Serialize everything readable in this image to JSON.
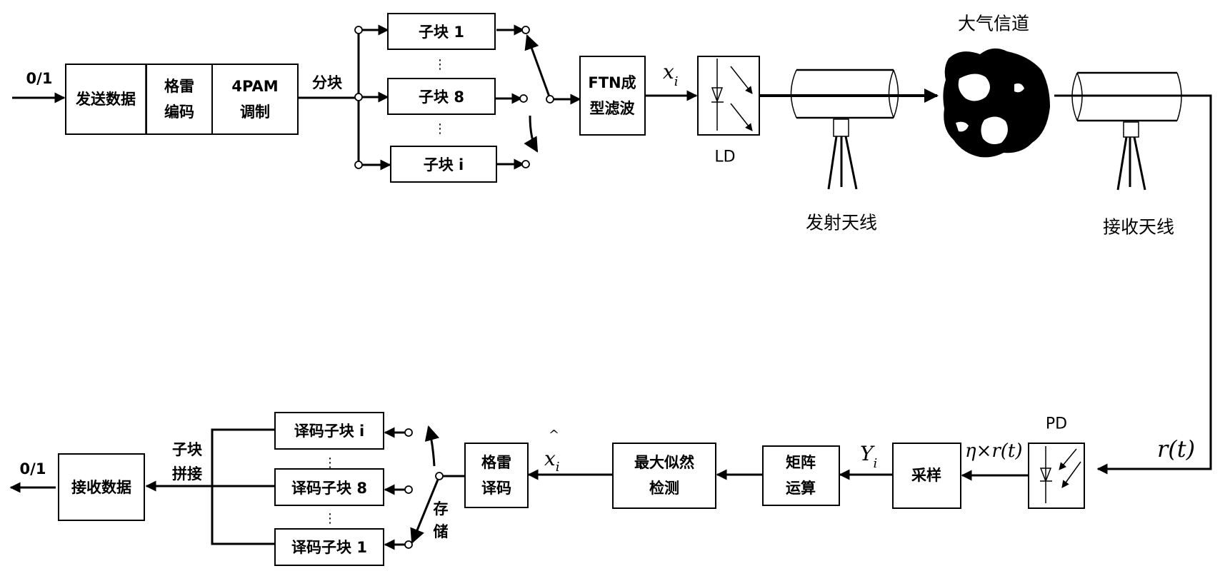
{
  "diagram": {
    "type": "block-diagram",
    "title": "FTN free-space optical communication system",
    "transmitter": {
      "input_label": "0/1",
      "send_data": "发送数据",
      "trellis_encode": [
        "格雷",
        "编码"
      ],
      "modulation": [
        "4PAM",
        "调制"
      ],
      "split_label": "分块",
      "sub_blocks": [
        "子块 1",
        "子块 8",
        "子块 i"
      ],
      "ellipsis": "⋮",
      "ftn_filter": [
        "FTN成",
        "型滤波"
      ],
      "signal_xi": "x",
      "signal_xi_sub": "i",
      "laser_label": "LD",
      "tx_antenna": "发射天线"
    },
    "channel": {
      "label": "大气信道"
    },
    "receiver": {
      "rx_antenna": "接收天线",
      "signal_rt": "r(t)",
      "photodiode_label": "PD",
      "pd_output": "η×r(t)",
      "sampling": "采样",
      "signal_Yi": "Y",
      "signal_Yi_sub": "i",
      "matrix_op": [
        "矩阵",
        "运算"
      ],
      "ml_detect": [
        "最大似然",
        "检测"
      ],
      "signal_xhat": "x",
      "signal_xhat_sub": "i",
      "hat": "^",
      "trellis_decode": [
        "格雷",
        "译码"
      ],
      "store_label": [
        "存",
        "储"
      ],
      "decoded_blocks": [
        "译码子块 i",
        "译码子块 8",
        "译码子块 1"
      ],
      "concat_label": [
        "子块",
        "拼接"
      ],
      "receive_data": "接收数据",
      "output_label": "0/1"
    }
  }
}
